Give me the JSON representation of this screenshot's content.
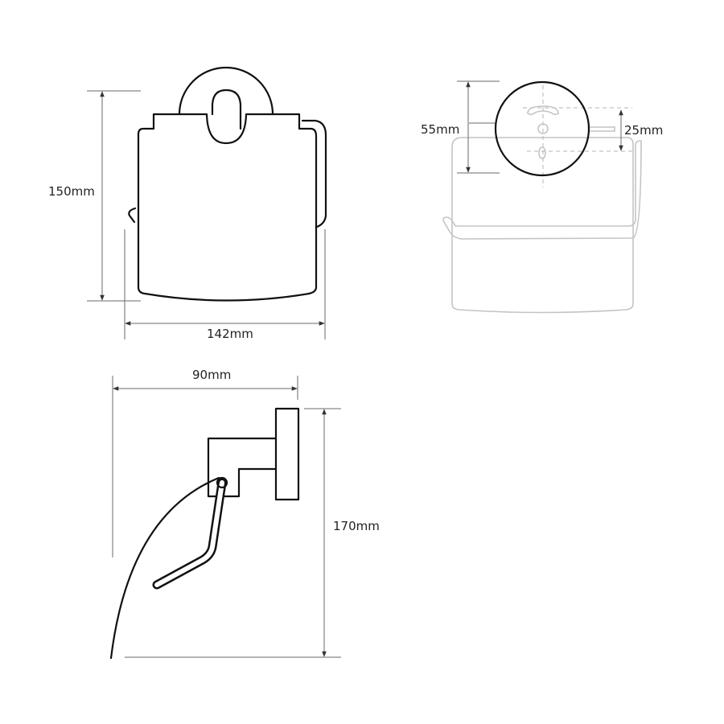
{
  "front_view": {
    "height_label": "150mm",
    "width_label": "142mm"
  },
  "rear_view": {
    "plate_diameter_label": "55mm",
    "hole_spacing_label": "25mm"
  },
  "side_view": {
    "depth_label": "90mm",
    "total_height_label": "170mm"
  }
}
